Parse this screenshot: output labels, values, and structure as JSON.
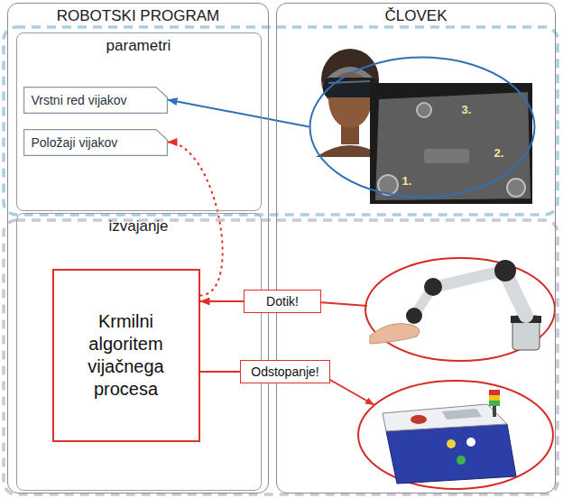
{
  "diagram": {
    "nodes": [
      {
        "text": [
          "ROBOTSKI PROGRAM"
        ]
      },
      {
        "text": [
          "parametri"
        ],
        "in": 0
      },
      {
        "text": [
          "Vrstni red vijakov"
        ],
        "in": 1
      },
      {
        "text": [
          "Položaji vijakov"
        ],
        "in": 1
      },
      {
        "text": [
          "izvajanje"
        ],
        "in": 0
      },
      {
        "text": [
          "Krmilni algoritem vijačnega procesa"
        ],
        "in": 4
      },
      {
        "text": [
          "ČLOVEK"
        ]
      },
      {
        "text": [
          "1.",
          "2.",
          "3."
        ],
        "in": 6
      },
      {
        "text": [
          "Dotik!"
        ]
      },
      {
        "text": [
          "Odstopanje!"
        ]
      }
    ],
    "edges": [
      {
        "from": 7,
        "to": 2,
        "arrow": "to"
      },
      {
        "from": 5,
        "to": 3,
        "arrow": "to"
      },
      {
        "from": 8,
        "to": 5,
        "arrow": "to"
      },
      {
        "from": 5,
        "to": 9,
        "arrow": "none"
      }
    ]
  }
}
